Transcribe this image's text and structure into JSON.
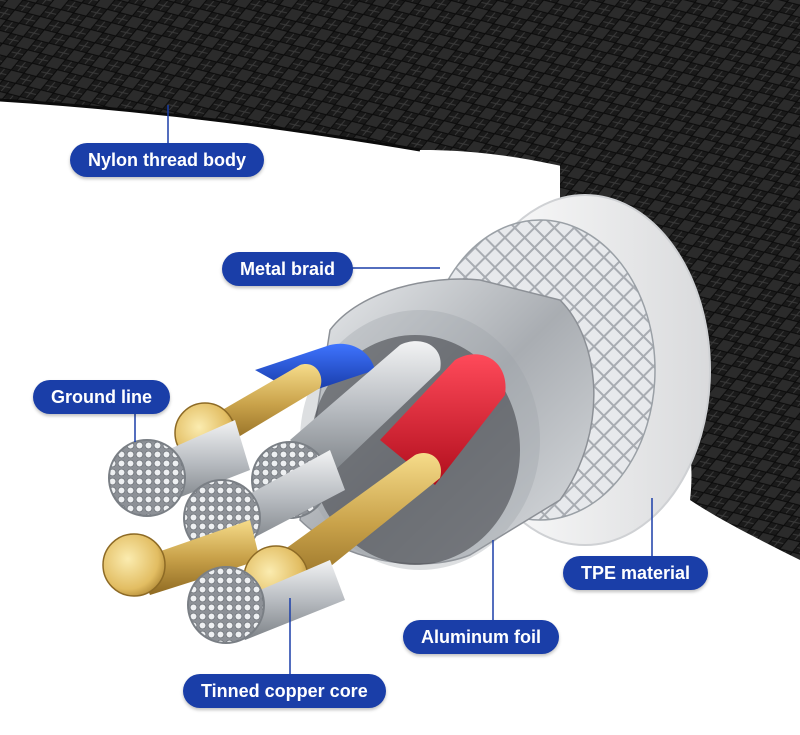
{
  "callouts": {
    "nylon": "Nylon thread body",
    "braid": "Metal braid",
    "ground": "Ground line",
    "tpe": "TPE material",
    "foil": "Aluminum foil",
    "core": "Tinned copper core"
  },
  "colors": {
    "callout_bg": "#1a3ea8",
    "leader_line": "#1a3ea8",
    "nylon_jacket": "#1c1c1c",
    "tpe_sleeve": "#f2f2f2",
    "aluminum_foil": "#b9bcc0",
    "red_wire": "#e0182a",
    "blue_wire": "#1e4fd0",
    "gold_pin": "#d8b25a",
    "tinned_copper": "#d6d8da"
  }
}
